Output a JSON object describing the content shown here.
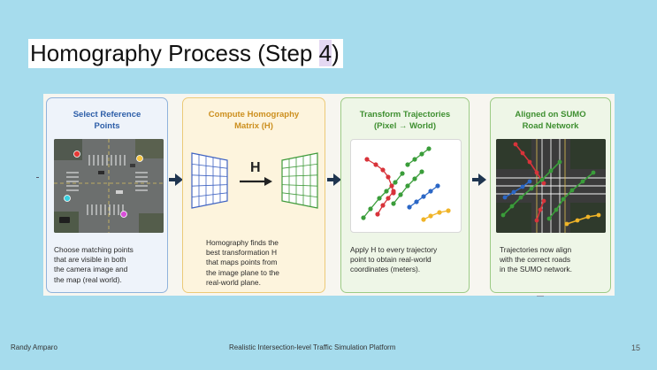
{
  "slide": {
    "title_main": "Homography Process (Step ",
    "title_highlight": "4",
    "title_end": ")"
  },
  "steps": [
    {
      "title_line1": "Select Reference",
      "title_line2": "Points",
      "body": [
        "Choose matching points",
        "that are visible in both",
        "the camera image and",
        "the map (real world)."
      ]
    },
    {
      "title_line1": "Compute Homography",
      "title_line2": "Matrix (H)",
      "matrix_symbol": "H",
      "body": [
        "Homography finds the",
        "best transformation H",
        "that maps points from",
        "the image plane to the",
        "real-world plane."
      ]
    },
    {
      "title_line1": "Transform Trajectories",
      "title_line2": "(Pixel → World)",
      "body": [
        "Apply H to every trajectory",
        "point to obtain real-world",
        "coordinates (meters)."
      ]
    },
    {
      "title_line1": "Aligned on SUMO",
      "title_line2": "Road Network",
      "body": [
        "Trajectories now align",
        "with the correct roads",
        "in the SUMO network."
      ]
    }
  ],
  "footer": {
    "author": "Randy Amparo",
    "platform": "Realistic Intersection-level Traffic Simulation Platform",
    "page_number": "15"
  },
  "icons": [
    "arrow-right-icon",
    "grid-plane-icon"
  ],
  "colors": {
    "background": "#a6dced",
    "step1_accent": "#2d5ea8",
    "step2_accent": "#cc8f1e",
    "step3_accent": "#3e8f30",
    "step4_accent": "#3e8f30",
    "arrow": "#1f3550",
    "trajectory_red": "#d8333a",
    "trajectory_green": "#3a9d3a",
    "trajectory_blue": "#2b67c6",
    "trajectory_yellow": "#f0b428"
  }
}
